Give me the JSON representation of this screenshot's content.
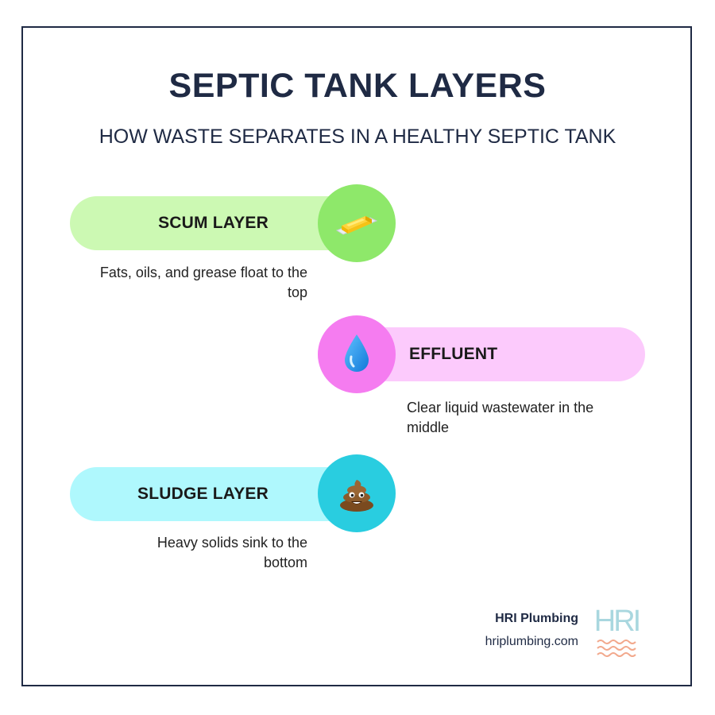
{
  "header": {
    "title": "SEPTIC TANK LAYERS",
    "subtitle": "HOW WASTE SEPARATES IN A HEALTHY SEPTIC TANK"
  },
  "layers": [
    {
      "label": "SCUM LAYER",
      "description": "Fats, oils, and grease float to the top",
      "icon": "butter-icon",
      "pill_color": "#ccf9b3",
      "circle_color": "#8ee86a"
    },
    {
      "label": "EFFLUENT",
      "description": "Clear liquid wastewater in the middle",
      "icon": "water-droplet-icon",
      "pill_color": "#fccafc",
      "circle_color": "#f57cf0"
    },
    {
      "label": "SLUDGE LAYER",
      "description": "Heavy solids sink to the bottom",
      "icon": "poop-icon",
      "pill_color": "#aff8fd",
      "circle_color": "#29cde0"
    }
  ],
  "brand": {
    "name": "HRI Plumbing",
    "url": "hriplumbing.com",
    "logo_text": "HRI",
    "logo_color": "#a9d7df",
    "wave_color": "#f2a98d"
  },
  "colors": {
    "title": "#1f2a44",
    "frame": "#1f2a44"
  }
}
